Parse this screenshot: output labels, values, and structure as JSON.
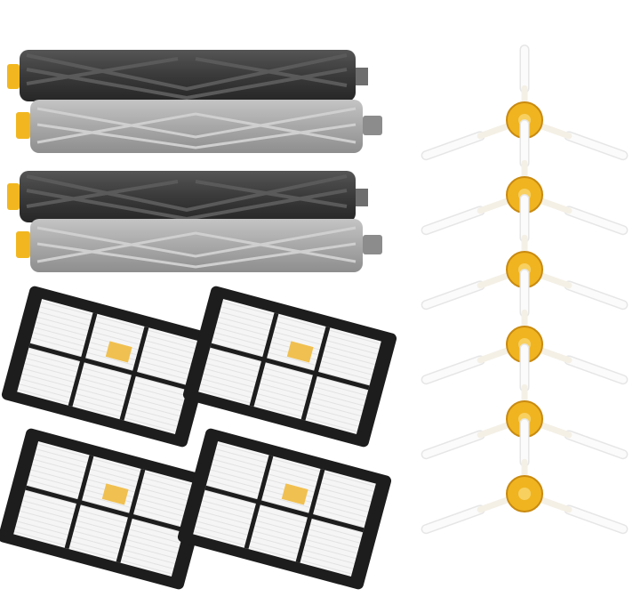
{
  "scene": {
    "background": "#ffffff",
    "colors": {
      "roller_dark": "#3b3b3b",
      "roller_dark_rib": "#555555",
      "roller_light": "#a9a9a9",
      "roller_light_rib": "#c8c8c8",
      "end_cap_yellow": "#f2b720",
      "axle_gray": "#8c8c8c",
      "filter_frame": "#1e1e1e",
      "filter_media": "#f3f3f3",
      "filter_tab": "#f0c050",
      "brush_hub": "#f0b420",
      "brush_arm": "#f4f0e6",
      "brush_bristle": "#fbfbfb"
    },
    "items": {
      "rollers": 4,
      "filters": 4,
      "side_brushes": 6
    }
  }
}
